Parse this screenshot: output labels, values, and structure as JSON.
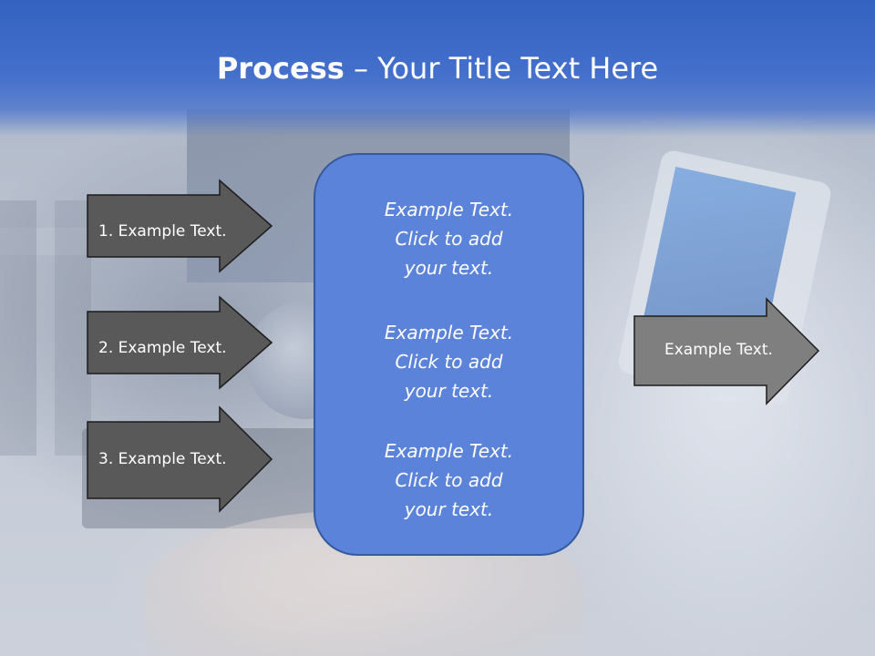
{
  "slide": {
    "title_bold": "Process",
    "title_rest": " – Your Title Text Here"
  },
  "left_arrows": [
    {
      "label": "1. Example Text."
    },
    {
      "label": "2. Example Text."
    },
    {
      "label": "3. Example Text."
    }
  ],
  "center_box": {
    "blocks": [
      {
        "line1": "Example Text.",
        "line2": "Click  to add",
        "line3": "your text."
      },
      {
        "line1": "Example Text.",
        "line2": "Click  to add",
        "line3": "your text."
      },
      {
        "line1": "Example Text.",
        "line2": "Click  to add",
        "line3": "your text."
      }
    ]
  },
  "right_arrow": {
    "label": "Example Text."
  },
  "colors": {
    "title_bar": "#3462c0",
    "center_box_fill": "#5b83d9",
    "center_box_border": "#365a9e",
    "left_arrow_fill": "#595959",
    "right_arrow_fill": "#7f7f7f",
    "text": "#ffffff"
  }
}
